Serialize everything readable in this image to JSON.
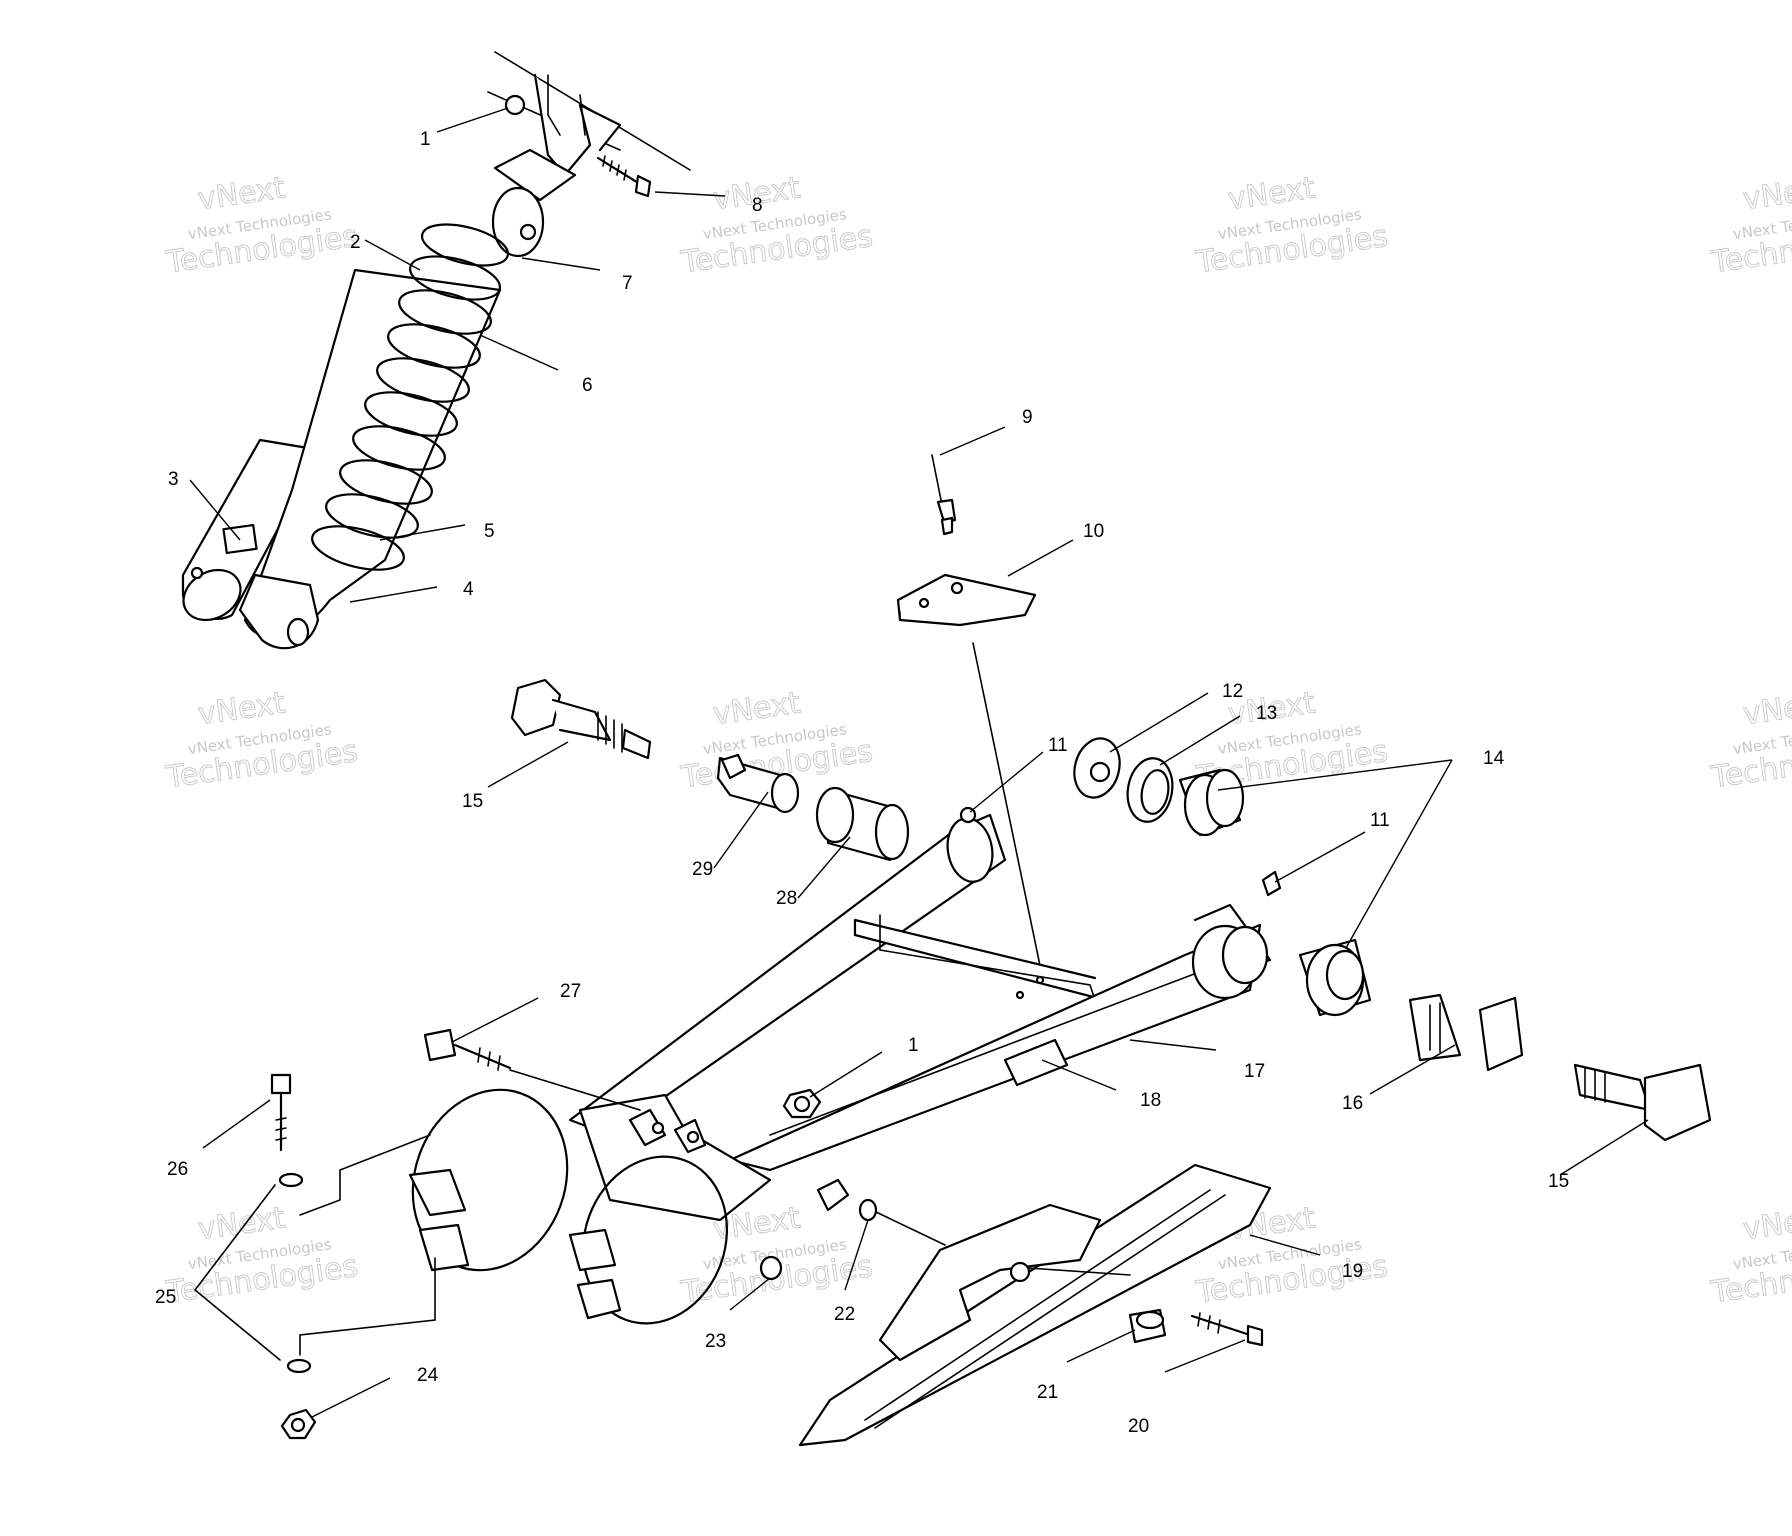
{
  "callouts": [
    {
      "id": "c1a",
      "label": "1"
    },
    {
      "id": "c2",
      "label": "2"
    },
    {
      "id": "c3",
      "label": "3"
    },
    {
      "id": "c4",
      "label": "4"
    },
    {
      "id": "c5",
      "label": "5"
    },
    {
      "id": "c6",
      "label": "6"
    },
    {
      "id": "c7",
      "label": "7"
    },
    {
      "id": "c8",
      "label": "8"
    },
    {
      "id": "c9",
      "label": "9"
    },
    {
      "id": "c10",
      "label": "10"
    },
    {
      "id": "c11a",
      "label": "11"
    },
    {
      "id": "c11b",
      "label": "11"
    },
    {
      "id": "c12",
      "label": "12"
    },
    {
      "id": "c13",
      "label": "13"
    },
    {
      "id": "c14",
      "label": "14"
    },
    {
      "id": "c15a",
      "label": "15"
    },
    {
      "id": "c15b",
      "label": "15"
    },
    {
      "id": "c16",
      "label": "16"
    },
    {
      "id": "c17",
      "label": "17"
    },
    {
      "id": "c18",
      "label": "18"
    },
    {
      "id": "c19",
      "label": "19"
    },
    {
      "id": "c20",
      "label": "20"
    },
    {
      "id": "c21",
      "label": "21"
    },
    {
      "id": "c22",
      "label": "22"
    },
    {
      "id": "c23",
      "label": "23"
    },
    {
      "id": "c24",
      "label": "24"
    },
    {
      "id": "c25",
      "label": "25"
    },
    {
      "id": "c26",
      "label": "26"
    },
    {
      "id": "c27",
      "label": "27"
    },
    {
      "id": "c28",
      "label": "28"
    },
    {
      "id": "c29",
      "label": "29"
    },
    {
      "id": "c1b",
      "label": "1"
    }
  ],
  "watermark": {
    "line1": "vNext",
    "line2": "vNext Technologies",
    "line3": "Technologies"
  }
}
